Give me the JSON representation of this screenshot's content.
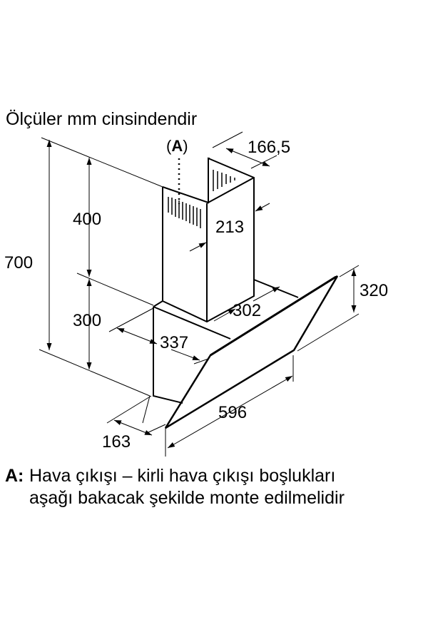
{
  "title": "Ölçüler mm cinsindendir",
  "callout": {
    "open": "(",
    "letter": "A",
    "close": ")"
  },
  "dimensions": {
    "total_height": "700",
    "chimney_height": "400",
    "body_height": "300",
    "chimney_depth": "166,5",
    "chimney_width": "213",
    "body_width": "302",
    "body_depth": "337",
    "glass_height": "320",
    "hood_width": "596",
    "bottom_depth": "163"
  },
  "note": {
    "key": "A:",
    "line1": "Hava çıkışı – kirli hava çıkışı boşlukları",
    "line2": "aşağı bakacak şekilde monte edilmelidir"
  },
  "colors": {
    "line": "#000000",
    "background": "#ffffff"
  }
}
